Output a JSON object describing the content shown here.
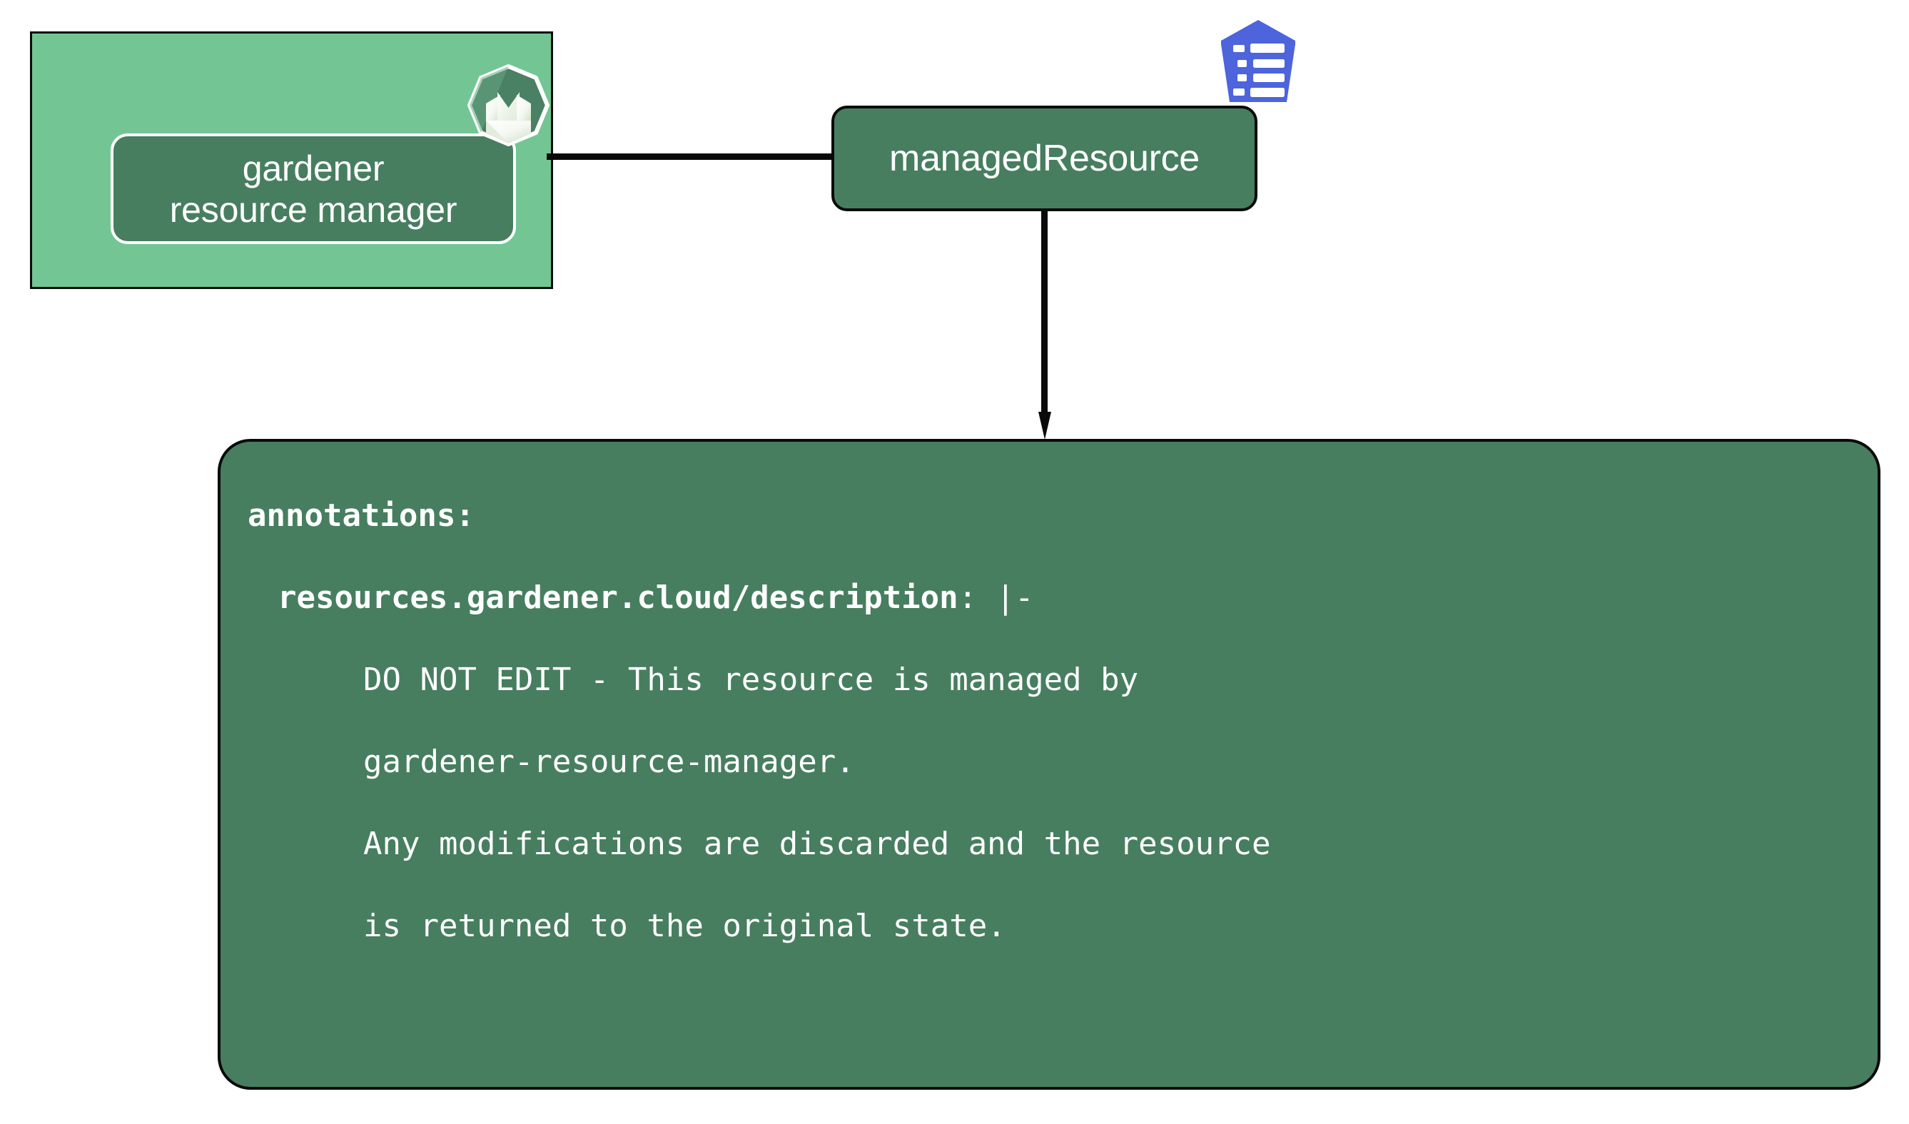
{
  "diagram": {
    "title": "gardener resource manager managedResource annotations",
    "colors": {
      "group_background": "#73c694",
      "node_background": "#477e60",
      "node_text": "#ffffff",
      "edge": "#0a0a0a",
      "k8s_blue": "#4d64dd",
      "canvas": "#ffffff"
    }
  },
  "group": {
    "name": "gardener-resource-manager-group"
  },
  "nodes": {
    "gardener_resource_manager": {
      "line1": "gardener",
      "line2": "resource manager",
      "icon": "gardener-logo-icon"
    },
    "managed_resource": {
      "label": "managedResource",
      "icon": "kubernetes-configmap-icon"
    }
  },
  "edges": [
    {
      "name": "edge-grm-to-managedresource",
      "from": "gardener resource manager",
      "to": "managedResource",
      "style": "solid",
      "arrow": "none"
    },
    {
      "name": "edge-managedresource-to-annotations",
      "from": "managedResource",
      "to": "annotations",
      "style": "solid",
      "arrow": "down"
    }
  ],
  "annotations_block": {
    "lines": [
      {
        "text": "annotations:",
        "style": "key"
      },
      {
        "key": "  resources.gardener.cloud/description",
        "sep": ": ",
        "value": "|-",
        "style": "key2"
      },
      {
        "text": "DO NOT EDIT - This resource is managed by",
        "style": "body"
      },
      {
        "text": "gardener-resource-manager.",
        "style": "body"
      },
      {
        "text": "Any modifications are discarded and the resource",
        "style": "body"
      },
      {
        "text": "is returned to the original state.",
        "style": "body"
      }
    ],
    "l0": "annotations:",
    "l1_key": "resources.gardener.cloud/description",
    "l1_sep": ": ",
    "l1_val": "|-",
    "l2": "DO NOT EDIT - This resource is managed by",
    "l3": "gardener-resource-manager.",
    "l4": "Any modifications are discarded and the resource",
    "l5": "is returned to the original state."
  }
}
